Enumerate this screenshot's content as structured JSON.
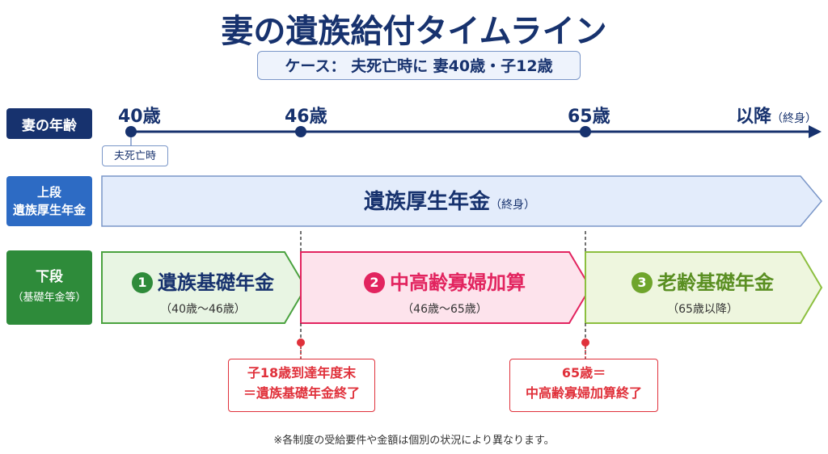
{
  "title": "妻の遺族給付タイムライン",
  "case": "ケース： 夫死亡時に 妻40歳・子12歳",
  "labels": {
    "age": "妻の年齢",
    "upper_line1": "上段",
    "upper_line2": "遺族厚生年金",
    "lower_line1": "下段",
    "lower_line2": "（基礎年金等）"
  },
  "timeline": {
    "ticks": [
      "40歳",
      "46歳",
      "65歳"
    ],
    "end_label": "以降",
    "end_note": "（終身）",
    "death_label": "夫死亡時"
  },
  "upper": {
    "name": "遺族厚生年金",
    "note": "（終身）"
  },
  "segments": [
    {
      "num": "1",
      "name": "遺族基礎年金",
      "range": "（40歳～46歳）"
    },
    {
      "num": "2",
      "name": "中高齢寡婦加算",
      "range": "（46歳～65歳）"
    },
    {
      "num": "3",
      "name": "老齢基礎年金",
      "range": "（65歳以降）"
    }
  ],
  "notes": [
    {
      "line1": "子18歳到達年度末",
      "line2": "＝遺族基礎年金終了"
    },
    {
      "line1": "65歳＝",
      "line2": "中高齢寡婦加算終了"
    }
  ],
  "footer": "※各制度の受給要件や金額は個別の状況により異なります。",
  "colors": {
    "navy": "#17326e",
    "blue": "#2d6bc4",
    "green": "#2e8b3a",
    "pink": "#e2245f",
    "red": "#e0313b",
    "olive": "#6fa52c"
  }
}
